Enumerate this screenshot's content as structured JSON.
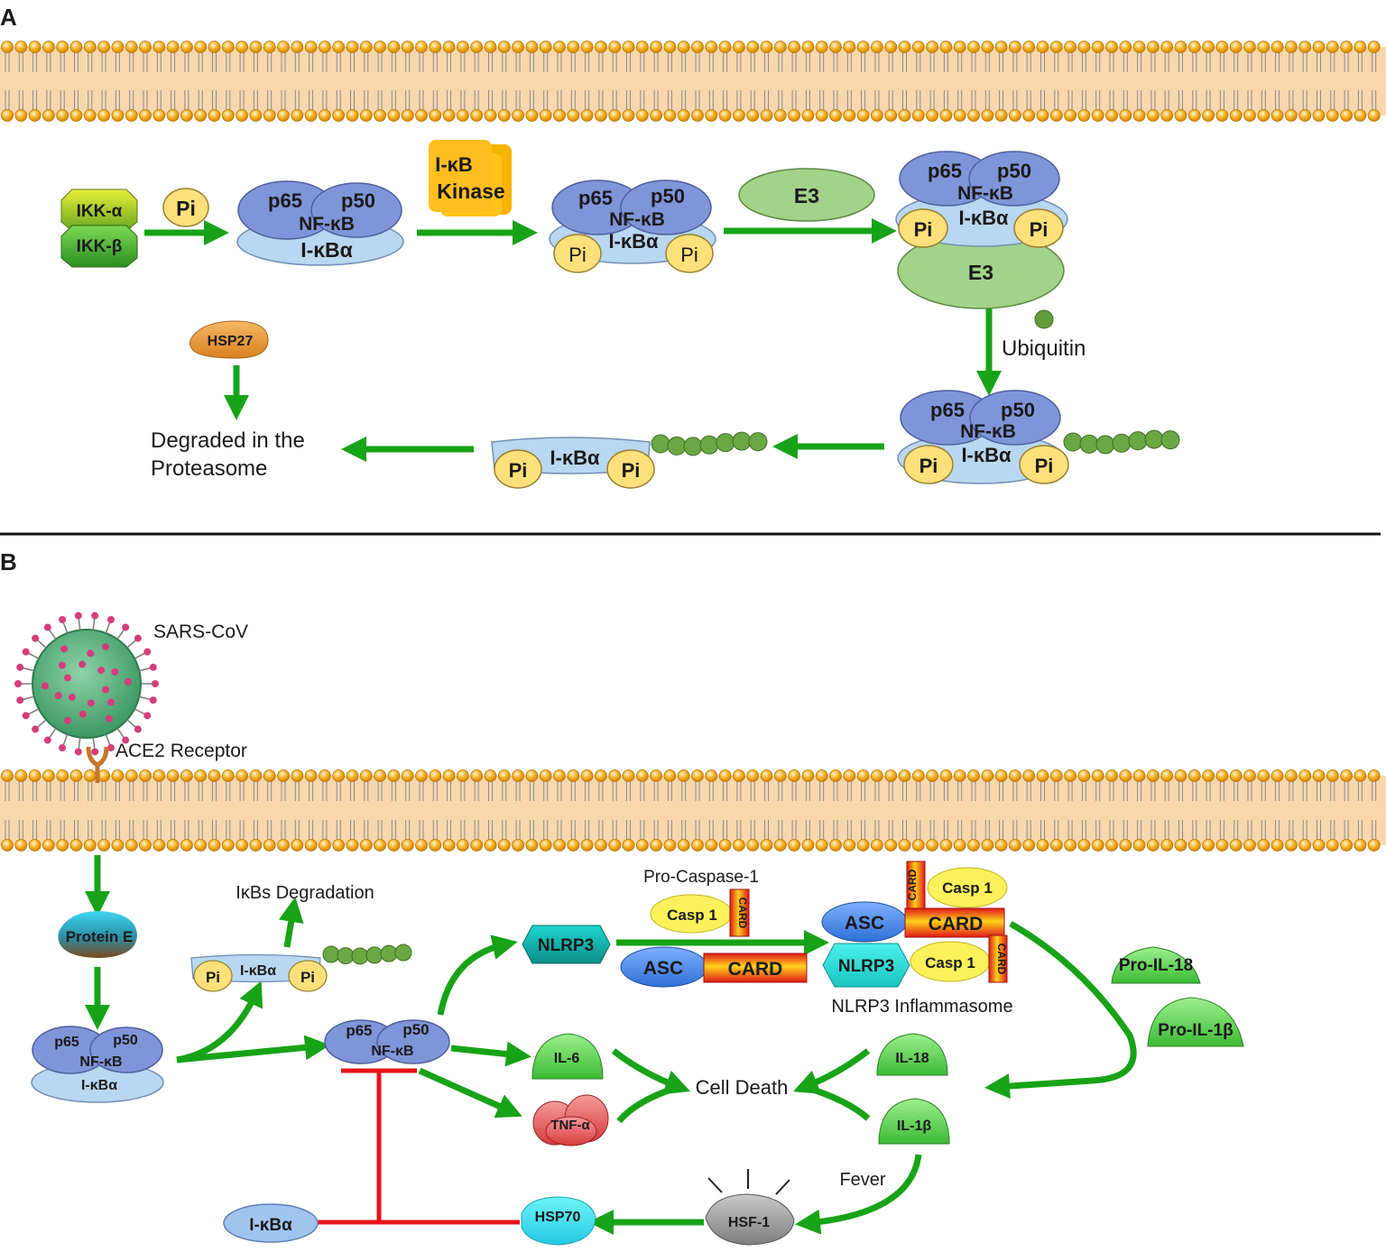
{
  "panels": {
    "a": "A",
    "b": "B"
  },
  "colors": {
    "arrow": "#17a317",
    "inhibition": "#e8141a",
    "membrane_fill": "#f9d7ad",
    "lipid_head": "#f2a81d",
    "nfkb_subunit": "#7f95d8",
    "ikba_base": "#b9d7f0",
    "phosphate": "#fde07a",
    "e3": "#a3d28a",
    "ubiquitin": "#5f9e3a"
  },
  "panel_a": {
    "ikk_alpha": "IKK-α",
    "ikk_beta": "IKK-β",
    "pi": "Pi",
    "p65": "p65",
    "p50": "p50",
    "nfkb": "NF-κB",
    "ikba": "I-κBα",
    "ikb_kinase_line1": "I-κB",
    "ikb_kinase_line2": "Kinase",
    "e3": "E3",
    "ubiquitin": "Ubiquitin",
    "hsp27": "HSP27",
    "degraded_line1": "Degraded in the",
    "degraded_line2": "Proteasome"
  },
  "panel_b": {
    "sars_cov": "SARS-CoV",
    "ace2": "ACE2 Receptor",
    "protein_e": "Protein E",
    "ikbs_degradation": "IκBs Degradation",
    "pi": "Pi",
    "ikba": "I-κBα",
    "p65": "p65",
    "p50": "p50",
    "nfkb": "NF-κB",
    "nlrp3": "NLRP3",
    "pro_caspase": "Pro-Caspase-1",
    "casp1": "Casp 1",
    "card": "CARD",
    "asc": "ASC",
    "nlrp3_inflammasome": "NLRP3  Inflammasome",
    "pro_il18": "Pro-IL-18",
    "pro_il1b": "Pro-IL-1β",
    "il6": "IL-6",
    "tnfa": "TNF-α",
    "cell_death": "Cell Death",
    "il18": "IL-18",
    "il1b": "IL-1β",
    "fever": "Fever",
    "hsf1": "HSF-1",
    "hsp70": "HSP70"
  }
}
